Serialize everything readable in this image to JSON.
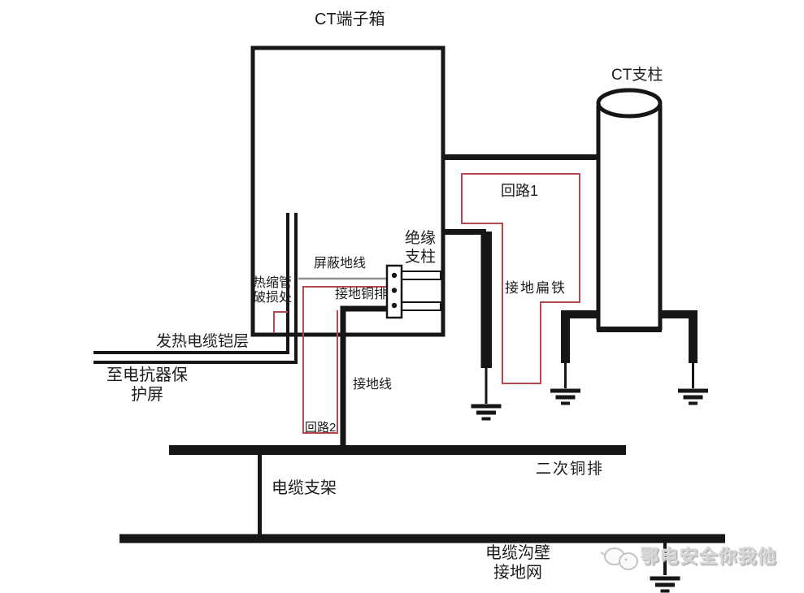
{
  "figure": {
    "title": "CT端子箱",
    "ct_pillar": "CT支柱",
    "loop1": "回路1",
    "loop2": "回路2",
    "insulation_pillar_line1": "绝缘",
    "insulation_pillar_line2": "支柱",
    "shield_ground_wire": "屏蔽地线",
    "grounding_copper_bar": "接地铜排",
    "heat_shrink_line1": "热缩管",
    "heat_shrink_line2": "破损处",
    "grounding_flat_iron": "接地扁铁",
    "heating_cable_armor": "发热电缆铠层",
    "to_reactor_line1": "至电抗器保",
    "to_reactor_line2": "护屏",
    "ground_wire": "接地线",
    "secondary_copper_bar": "二次铜排",
    "cable_bracket": "电缆支架",
    "trench_wall_line1": "电缆沟壁",
    "trench_wall_line2": "接地网",
    "watermark": "鄂电安全你我他"
  },
  "colors": {
    "ink": "#161616",
    "loop_red": "#b5474e",
    "shield_gray": "#8f8f8f",
    "watermark_gray": "#d2d2d2"
  }
}
